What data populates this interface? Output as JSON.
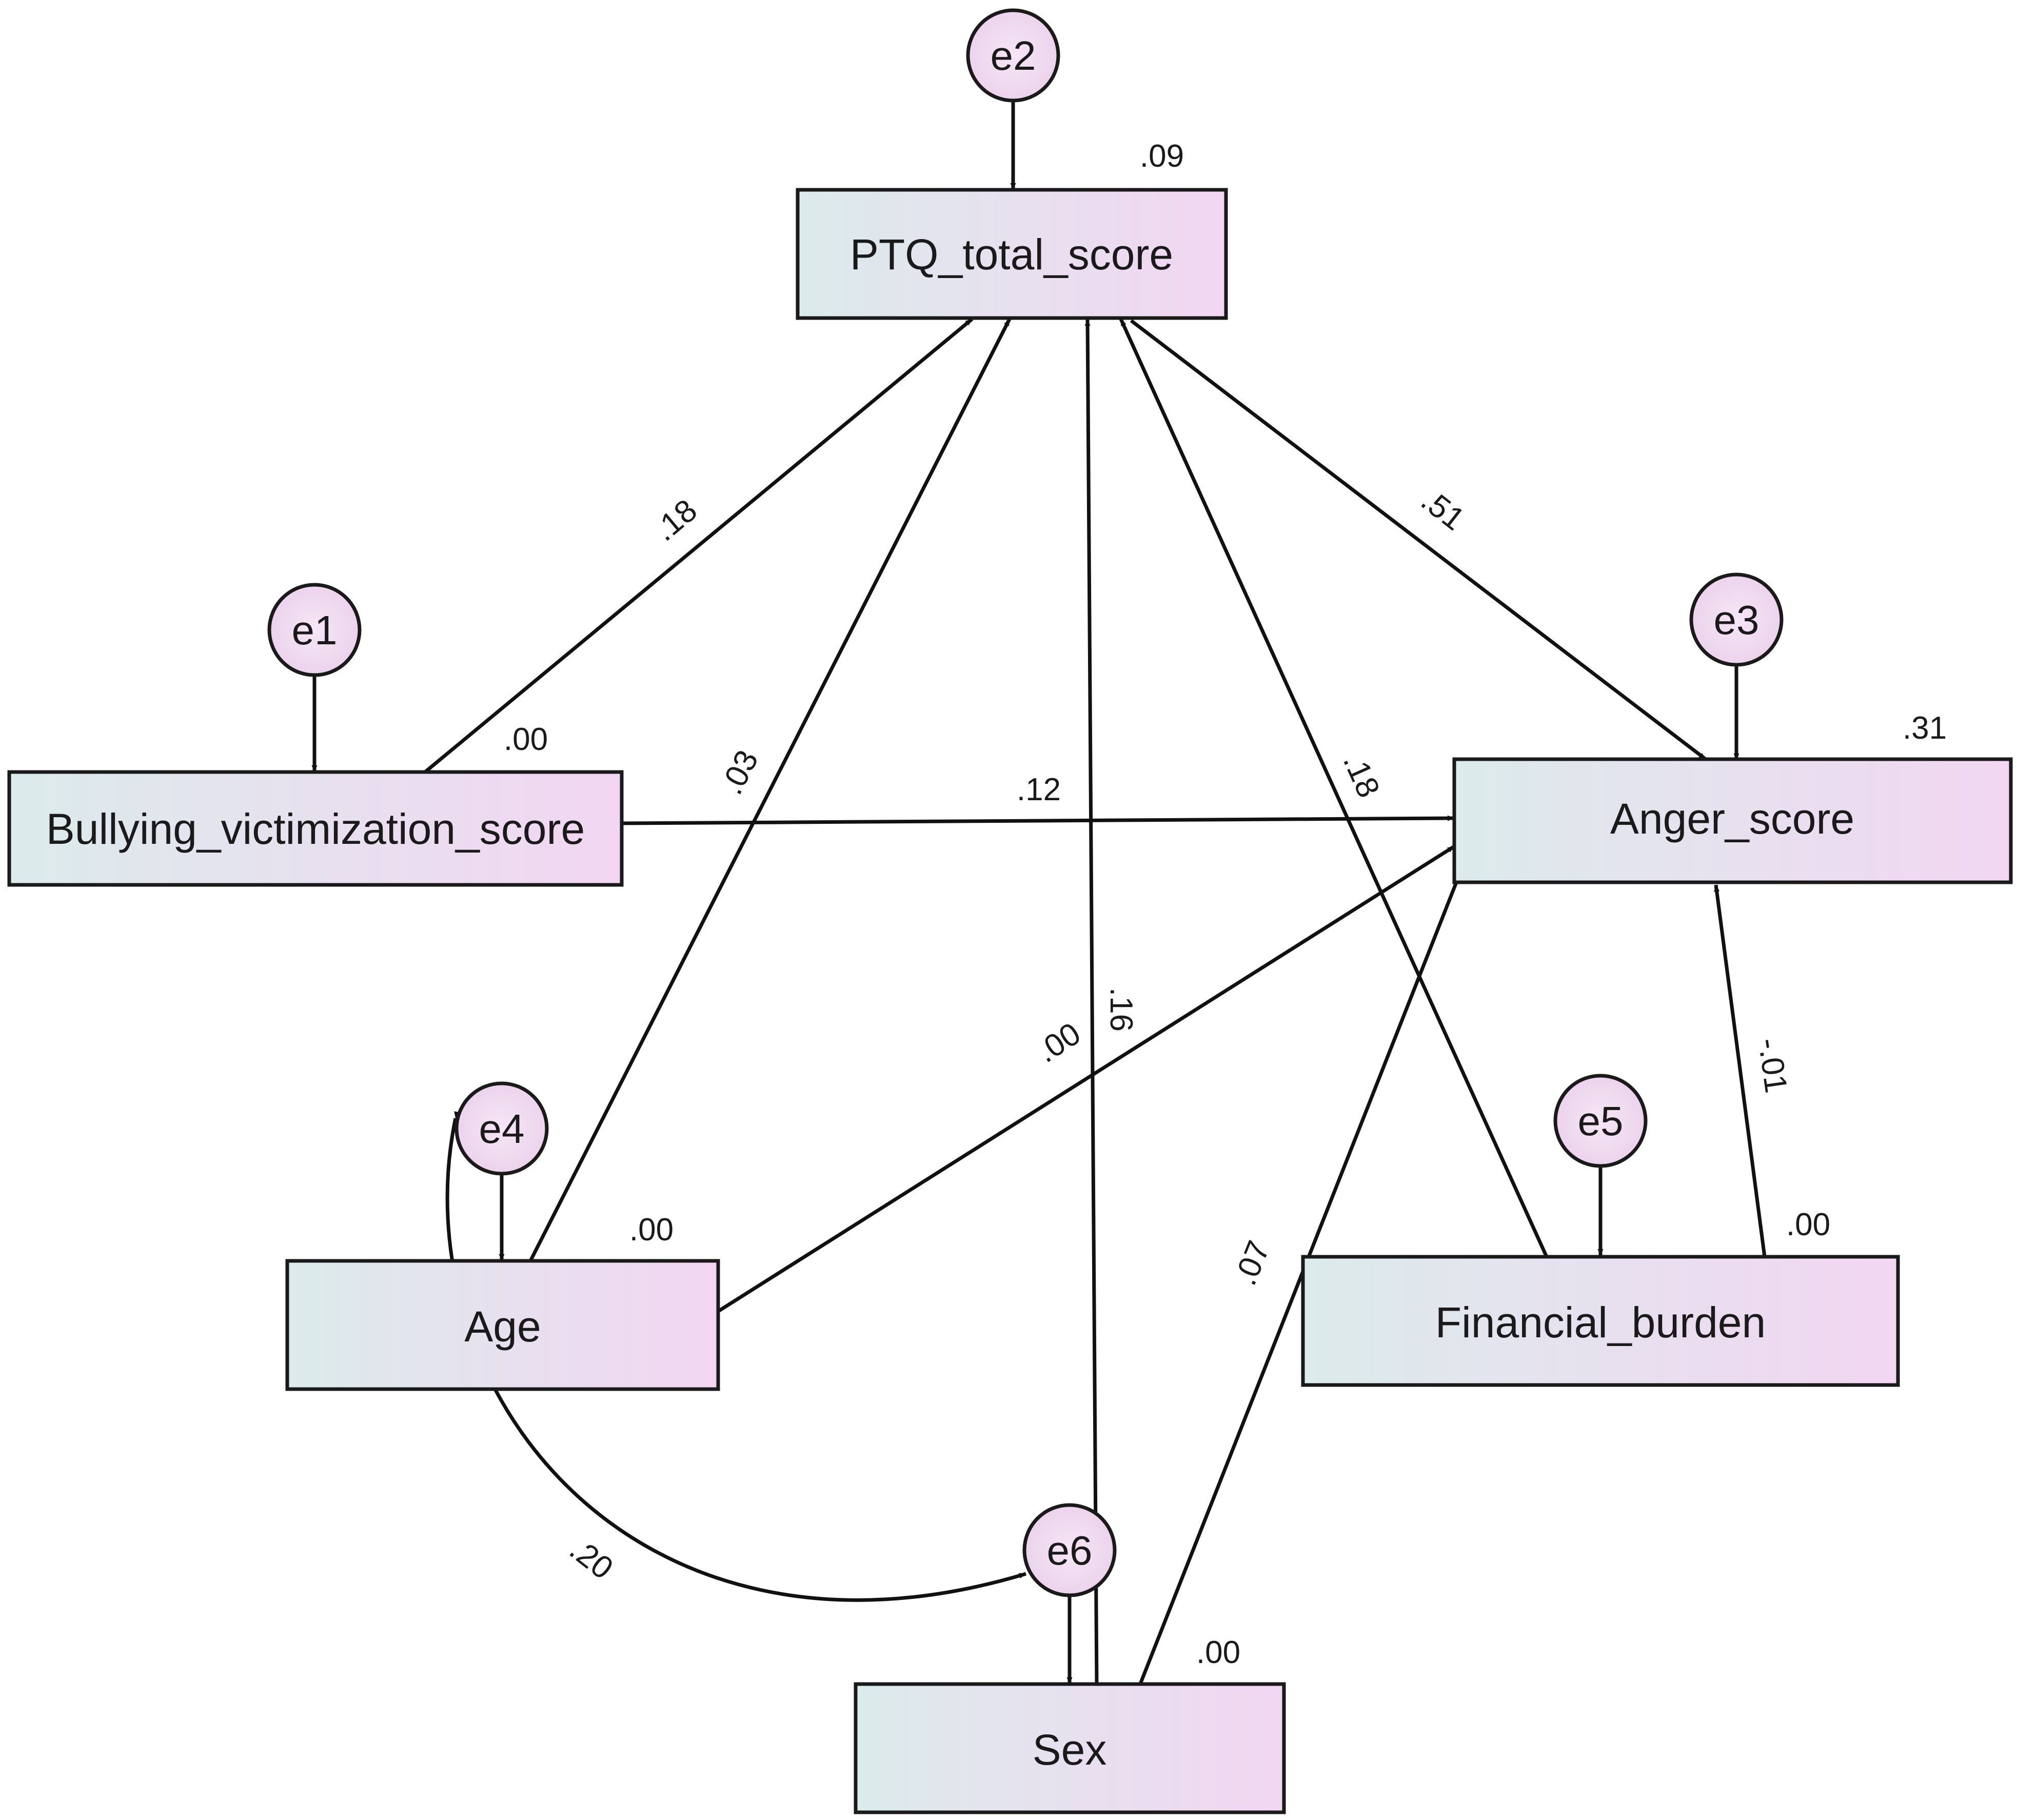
{
  "nodes": {
    "ptq": "PTQ_total_score",
    "bully": "Bullying_victimization_score",
    "anger": "Anger_score",
    "age": "Age",
    "fin": "Financial_burden",
    "sex": "Sex"
  },
  "errors": {
    "e1": "e1",
    "e2": "e2",
    "e3": "e3",
    "e4": "e4",
    "e5": "e5",
    "e6": "e6"
  },
  "r_squared": {
    "ptq": ".09",
    "bully": ".00",
    "anger": ".31",
    "age": ".00",
    "fin": ".00",
    "sex": ".00"
  },
  "coefficients": {
    "bully_ptq": ".18",
    "age_ptq": ".03",
    "sex_ptq": ".16",
    "fin_ptq": ".18",
    "ptq_anger": ".51",
    "bully_anger": ".12",
    "age_anger": ".00",
    "sex_anger": ".07",
    "fin_anger": "-.01",
    "e4_e6": ".20"
  }
}
